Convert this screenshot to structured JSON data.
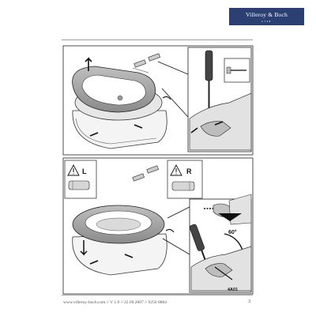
{
  "brand": {
    "name": "Villeroy & Boch",
    "sub": "1748"
  },
  "panels": {
    "top": {
      "title": ""
    },
    "bottom": {
      "warning_left_label": "L",
      "warning_right_label": "R",
      "angle_label": "60°",
      "figure_code": "4A01"
    }
  },
  "footer": {
    "text": "www.villeroy-boch.com // V 1.0 // 22.09.2007 // 9250 8884",
    "page": "3"
  }
}
